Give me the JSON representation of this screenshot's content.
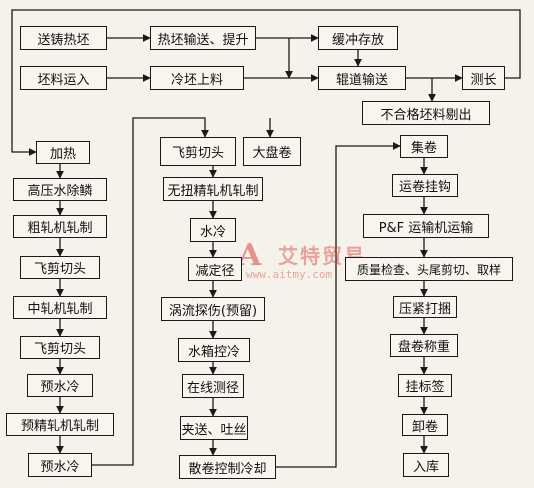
{
  "steps": {
    "casting": "送铸热坯",
    "hot_transfer": "热坯输送、提升",
    "buffer": "缓冲存放",
    "billet_in": "坯料运入",
    "cold_feed": "冷坯上料",
    "roller_table": "辊道输送",
    "measure": "测长",
    "reject": "不合格坯料剔出",
    "heat": "加热",
    "descale": "高压水除鳞",
    "rough_roll": "粗轧机轧制",
    "shear1": "飞剪切头",
    "mid_roll": "中轧机轧制",
    "shear2": "飞剪切头",
    "precool1": "预水冷",
    "prefinish_roll": "预精轧机轧制",
    "precool2": "预水冷",
    "shear3": "飞剪切头",
    "big_coil": "大盘卷",
    "notwist_roll": "无扭精轧机轧制",
    "water_cool": "水冷",
    "sizing": "减定径",
    "eddy": "涡流探伤(预留)",
    "water_box": "水箱控冷",
    "online_measure": "在线测径",
    "pinch": "夹送、吐丝",
    "loose_cool": "散卷控制冷却",
    "collect": "集卷",
    "hook": "运卷挂钩",
    "pf": "P&F 运输机运输",
    "inspect": "质量检查、头尾剪切、取样",
    "compress": "压紧打捆",
    "weigh": "盘卷称重",
    "tag": "挂标签",
    "unload": "卸卷",
    "store": "入库"
  },
  "watermark": {
    "logo": "A",
    "text": "艾特贸易",
    "url": "www.aitmy.com"
  }
}
